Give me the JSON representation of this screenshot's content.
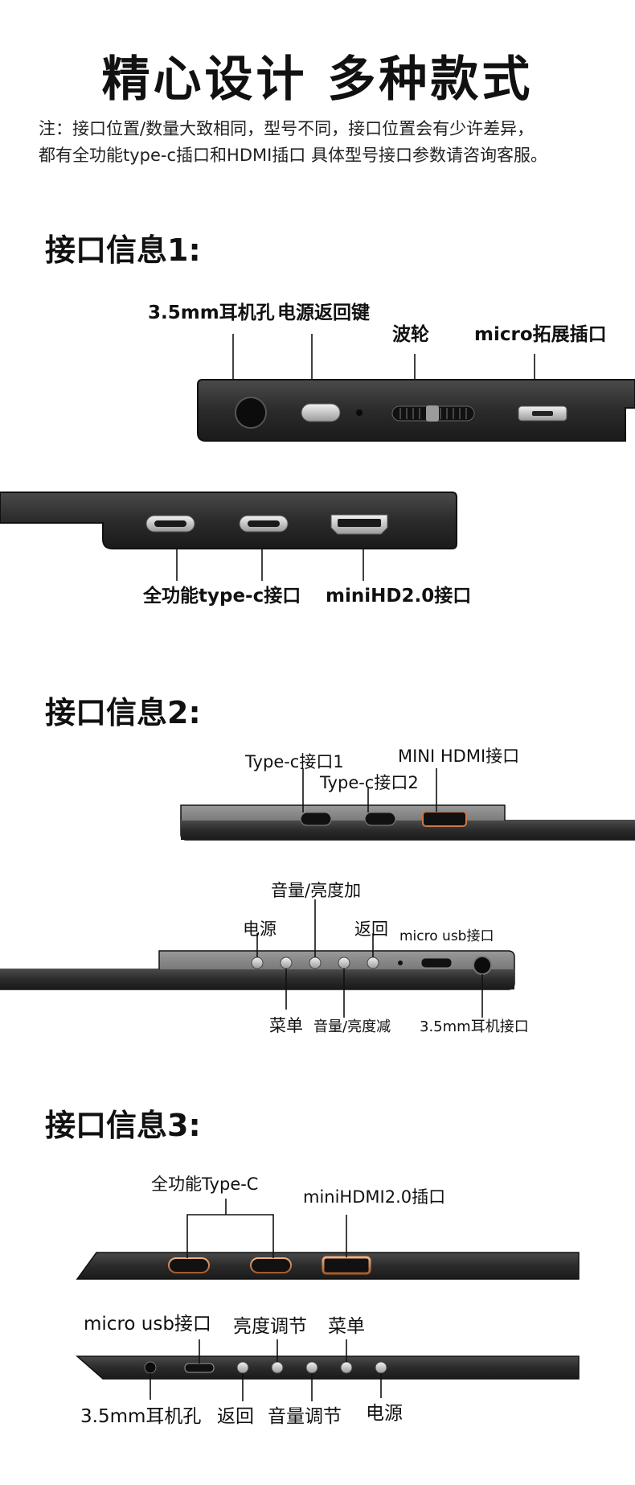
{
  "header": {
    "title": "精心设计 多种款式",
    "note_line1": "注：接口位置/数量大致相同，型号不同，接口位置会有少许差异，",
    "note_line2": "都有全功能type-c插口和HDMI插口 具体型号接口参数请咨询客服。"
  },
  "sections": [
    {
      "heading": "接口信息1:",
      "top_labels": [
        "3.5mm耳机孔",
        "电源返回键",
        "波轮",
        "micro拓展插口"
      ],
      "bottom_labels": [
        "全功能type-c接口",
        "miniHD2.0接口"
      ]
    },
    {
      "heading": "接口信息2:",
      "top_labels": [
        "Type-c接口1",
        "Type-c接口2",
        "MINI HDMI接口"
      ],
      "side_labels_top": [
        "音量/亮度加",
        "电源",
        "返回",
        "micro usb接口"
      ],
      "side_labels_bottom": [
        "菜单",
        "音量/亮度减",
        "3.5mm耳机接口"
      ]
    },
    {
      "heading": "接口信息3:",
      "top_labels": [
        "全功能Type-C",
        "miniHDMI2.0插口"
      ],
      "side_labels_top": [
        "micro usb接口",
        "亮度调节",
        "菜单"
      ],
      "side_labels_bottom": [
        "3.5mm耳机孔",
        "返回",
        "音量调节",
        "电源"
      ]
    }
  ],
  "colors": {
    "device_body": "#2b2b2b",
    "device_edge": "#111111",
    "port_metal": "#cfcfcf",
    "hdmi_copper": "#c97a4a"
  }
}
